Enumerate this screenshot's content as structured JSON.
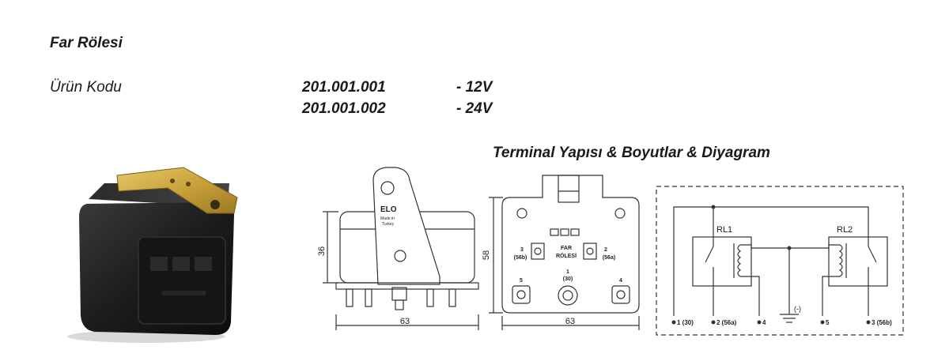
{
  "product": {
    "title": "Far Rölesi",
    "code_label": "Ürün Kodu",
    "codes": [
      {
        "code": "201.001.001",
        "voltage": "- 12V"
      },
      {
        "code": "201.001.002",
        "voltage": "- 24V"
      }
    ]
  },
  "drawings": {
    "section_title": "Terminal Yapısı & Boyutlar & Diyagram",
    "side_view": {
      "brand": "ELO",
      "made_in_line1": "Made in",
      "made_in_line2": "Turkey",
      "height_dim": "36",
      "width_dim": "63"
    },
    "top_view": {
      "label_line1": "FAR",
      "label_line2": "RÖLESİ",
      "term3": "3",
      "term3_code": "(56b)",
      "term2": "2",
      "term2_code": "(56a)",
      "term1": "1",
      "term1_code": "(30)",
      "term5": "5",
      "term4": "4",
      "height_dim": "58",
      "width_dim": "63"
    },
    "diagram": {
      "relay1": "RL1",
      "relay2": "RL2",
      "ground": "(-)",
      "t1": "1 (30)",
      "t2": "2 (56a)",
      "t4": "4",
      "t5": "5",
      "t3": "3 (56b)"
    }
  }
}
